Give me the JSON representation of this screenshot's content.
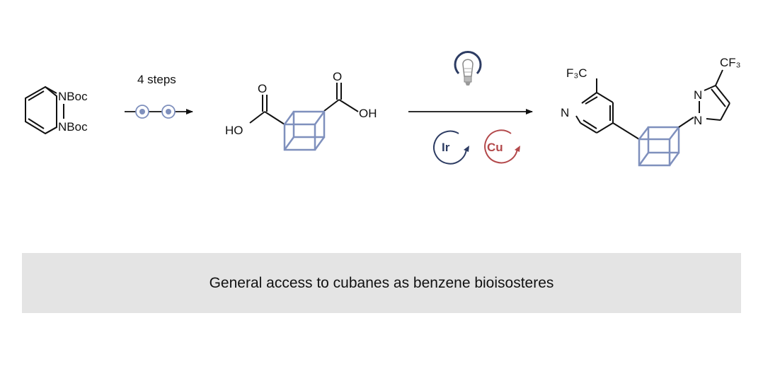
{
  "scheme": {
    "start": {
      "label_top": "NBoc",
      "label_bottom": "NBoc"
    },
    "step1": {
      "label": "4 steps"
    },
    "diacid": {
      "o_left": "O",
      "o_right": "O",
      "ho": "HO",
      "oh": "OH"
    },
    "step2": {
      "catalyst_ir": "Ir",
      "catalyst_cu": "Cu",
      "light_icon": "light-bulb-icon"
    },
    "product": {
      "cf3_left": "F₃C",
      "cf3_right": "CF₃",
      "n_pyridine": "N",
      "n_pz2": "N",
      "n_pz1": "N"
    },
    "colors": {
      "cube": "#7f90bd",
      "ir": "#2d3c63",
      "cu": "#b3494b",
      "ink": "#111111"
    }
  },
  "banner": {
    "text": "General access to cubanes as benzene bioisosteres"
  }
}
